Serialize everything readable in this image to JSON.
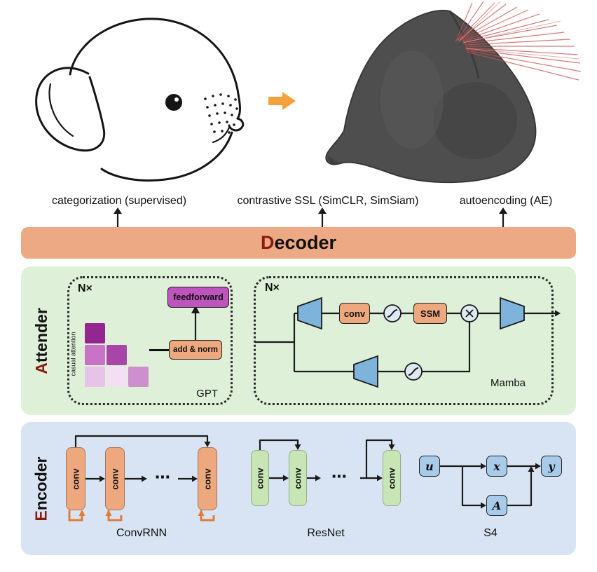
{
  "tasks": [
    "categorization (supervised)",
    "contrastive SSL (SimCLR, SimSiam)",
    "autoencoding (AE)"
  ],
  "decoder": {
    "accent_letter": "D",
    "rest": "ecoder"
  },
  "attender": {
    "accent_letter": "A",
    "rest": "ttender",
    "gpt": {
      "repeat_label": "N×",
      "attention_label": "casual attention",
      "add_norm_label": "add & norm",
      "feedforward_label": "feedforward",
      "caption": "GPT",
      "matrix_colors": [
        [
          "#93278F"
        ],
        [
          "#C873C8",
          "#A846A8"
        ],
        [
          "#E7C3E7",
          "#F2DFF2",
          "#CE8FCE"
        ]
      ]
    },
    "mamba": {
      "repeat_label": "N×",
      "conv_label": "conv",
      "ssm_label": "SSM",
      "caption": "Mamba"
    }
  },
  "encoder": {
    "accent_letter": "E",
    "rest": "ncoder",
    "convrnn": {
      "conv_label": "conv",
      "ellipsis": "⋯",
      "caption": "ConvRNN"
    },
    "resnet": {
      "conv_label": "conv",
      "ellipsis": "⋯",
      "caption": "ResNet"
    },
    "s4": {
      "u": "u",
      "x": "x",
      "y": "y",
      "a": "A",
      "caption": "S4"
    }
  },
  "colors": {
    "accent_letter": "#8C1A11",
    "decoder_bar": "#ECA983",
    "attender_panel": "#DFF0D9",
    "encoder_panel": "#D8E4F3",
    "orange_box": "#EEA87E",
    "green_box": "#C8E6B5",
    "blue_box": "#A9CBEA",
    "magenta_box": "#BE54BE",
    "trapezoid": "#7EB3DC",
    "recurrent_loop": "#E07B39",
    "whiskers": "#C85050",
    "transform_arrow": "#F5A13B"
  },
  "icons": {
    "transform_arrow": "orange-right-block-arrow",
    "activation": "sigmoid-curve-in-circle",
    "multiply": "circled-times"
  }
}
